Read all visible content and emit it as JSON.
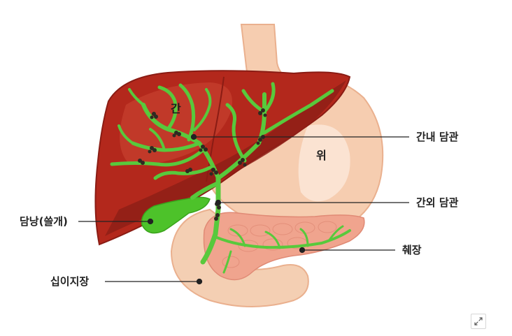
{
  "labels": {
    "liver": "간",
    "stomach": "위",
    "intrahepatic_duct": "간내 담관",
    "extrahepatic_duct": "간외 담관",
    "gallbladder": "담낭(쓸개)",
    "pancreas": "췌장",
    "duodenum": "십이지장"
  },
  "colors": {
    "liver": "#b3281c",
    "liver_dark": "#8a1c14",
    "stomach": "#f6cdb0",
    "duodenum": "#f4cfb3",
    "pancreas": "#f0a48e",
    "bile_duct": "#58c93c",
    "gallbladder": "#4dc22a"
  },
  "controls": {
    "expand_icon": "expand-icon"
  }
}
